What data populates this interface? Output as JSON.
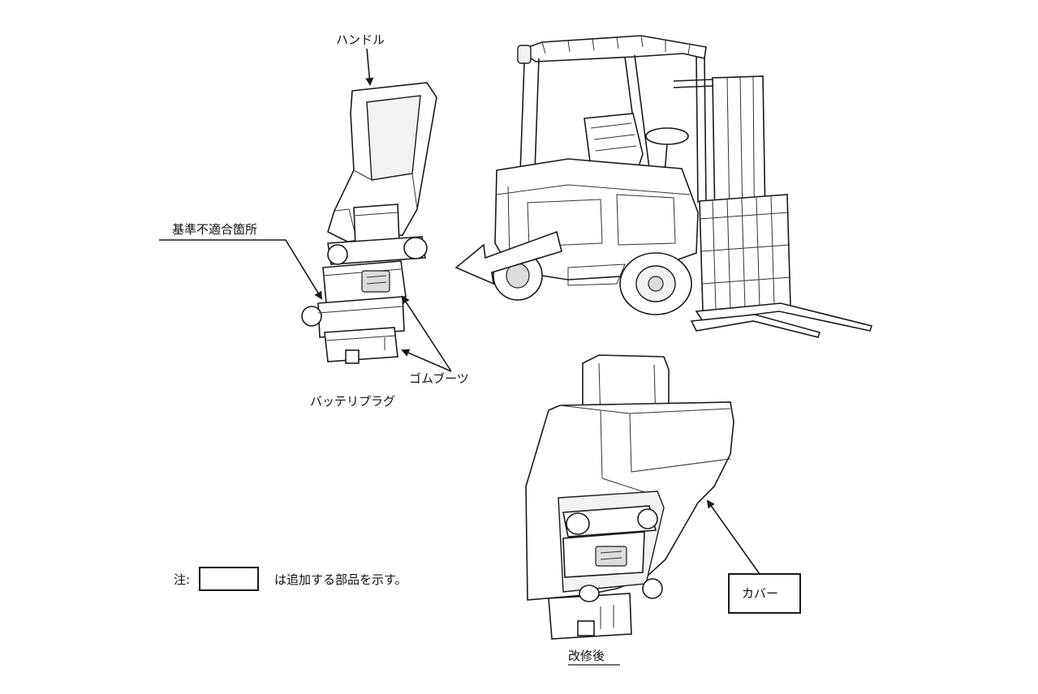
{
  "labels": {
    "handle": "ハンドル",
    "defect_location": "基準不適合箇所",
    "rubber_boot": "ゴムブーツ",
    "battery_plug": "バッテリプラグ",
    "cover": "カバー",
    "after_modification": "改修後",
    "note_prefix": "注:",
    "note_text": "は追加する部品を示す。"
  },
  "colors": {
    "line": "#1a1a1a",
    "background": "#ffffff"
  }
}
